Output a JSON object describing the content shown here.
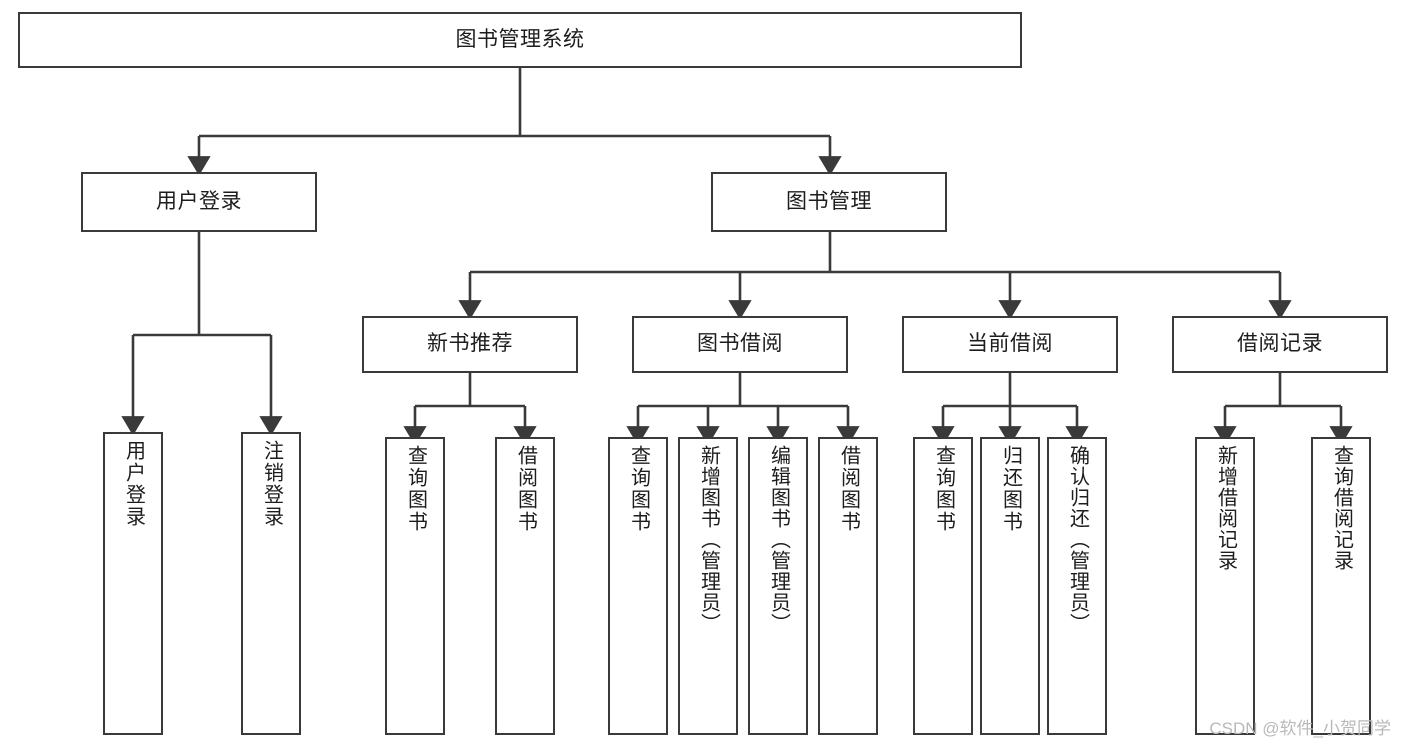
{
  "diagram": {
    "title": "图书管理系统",
    "type": "tree",
    "orientation": "top-down",
    "style": {
      "box_border_color": "#3a3a3a",
      "box_fill_color": "#ffffff",
      "edge_color": "#3a3a3a",
      "text_color": "#1d1d1d",
      "background": "#ffffff"
    },
    "nodes": {
      "root": {
        "label": "图书管理系统"
      },
      "level2": [
        {
          "id": "user-login",
          "label": "用户登录"
        },
        {
          "id": "book-manage",
          "label": "图书管理"
        }
      ],
      "level3": [
        {
          "id": "new-book-rec",
          "label": "新书推荐"
        },
        {
          "id": "book-borrow",
          "label": "图书借阅"
        },
        {
          "id": "current-borrow",
          "label": "当前借阅"
        },
        {
          "id": "borrow-record",
          "label": "借阅记录"
        }
      ],
      "leaves": [
        {
          "id": "leaf-user-login",
          "label": "用户登录",
          "parent": "user-login"
        },
        {
          "id": "leaf-logout",
          "label": "注销登录",
          "parent": "user-login"
        },
        {
          "id": "leaf-query-book-1",
          "label": "查询图书",
          "parent": "new-book-rec"
        },
        {
          "id": "leaf-borrow-book-1",
          "label": "借阅图书",
          "parent": "new-book-rec"
        },
        {
          "id": "leaf-query-book-2",
          "label": "查询图书",
          "parent": "book-borrow"
        },
        {
          "id": "leaf-add-book",
          "label": "新增图书（管理员）",
          "parent": "book-borrow"
        },
        {
          "id": "leaf-edit-book",
          "label": "编辑图书（管理员）",
          "parent": "book-borrow"
        },
        {
          "id": "leaf-borrow-book-2",
          "label": "借阅图书",
          "parent": "book-borrow"
        },
        {
          "id": "leaf-query-book-3",
          "label": "查询图书",
          "parent": "current-borrow"
        },
        {
          "id": "leaf-return-book",
          "label": "归还图书",
          "parent": "current-borrow"
        },
        {
          "id": "leaf-confirm-return",
          "label": "确认归还（管理员）",
          "parent": "current-borrow"
        },
        {
          "id": "leaf-add-record",
          "label": "新增借阅记录",
          "parent": "borrow-record"
        },
        {
          "id": "leaf-query-record",
          "label": "查询借阅记录",
          "parent": "borrow-record"
        }
      ]
    }
  },
  "watermark": {
    "text": "CSDN @软件_小贺同学"
  }
}
